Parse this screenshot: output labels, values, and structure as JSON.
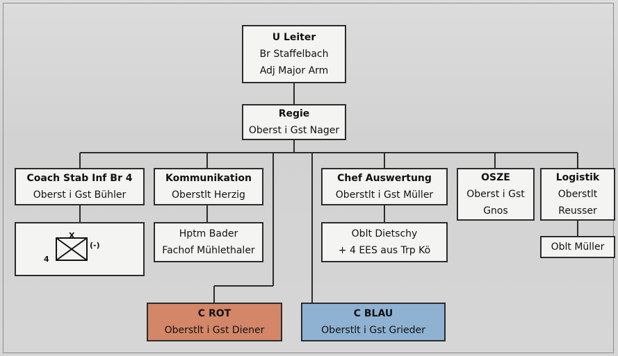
{
  "leader": {
    "title": "U Leiter",
    "line1": "Br Staffelbach",
    "line2": "Adj Major Arm"
  },
  "regie": {
    "title": "Regie",
    "line1": "Oberst i Gst Nager"
  },
  "coach": {
    "title": "Coach Stab Inf Br 4",
    "line1": "Oberst i Gst Bühler"
  },
  "coach_unit": {
    "top": "X",
    "side": "(-)",
    "left": "4"
  },
  "kommunikation": {
    "title": "Kommunikation",
    "line1": "Oberstlt Herzig"
  },
  "kommunikation_staff": {
    "line1": "Hptm Bader",
    "line2": "Fachof Mühlethaler"
  },
  "auswertung": {
    "title": "Chef Auswertung",
    "line1": "Oberstlt i Gst Müller"
  },
  "auswertung_staff": {
    "line1": "Oblt Dietschy",
    "line2": "+ 4 EES aus Trp Kö"
  },
  "osze": {
    "title": "OSZE",
    "line1": "Oberst i Gst",
    "line2": "Gnos"
  },
  "logistik": {
    "title": "Logistik",
    "line1": "Oberstlt",
    "line2": "Reusser"
  },
  "logistik_staff": {
    "line1": "Oblt Müller"
  },
  "c_rot": {
    "title": "C ROT",
    "line1": "Oberstlt i Gst Diener",
    "color": "#d38768"
  },
  "c_blau": {
    "title": "C BLAU",
    "line1": "Oberstlt i Gst Grieder",
    "color": "#8fb2d3"
  }
}
